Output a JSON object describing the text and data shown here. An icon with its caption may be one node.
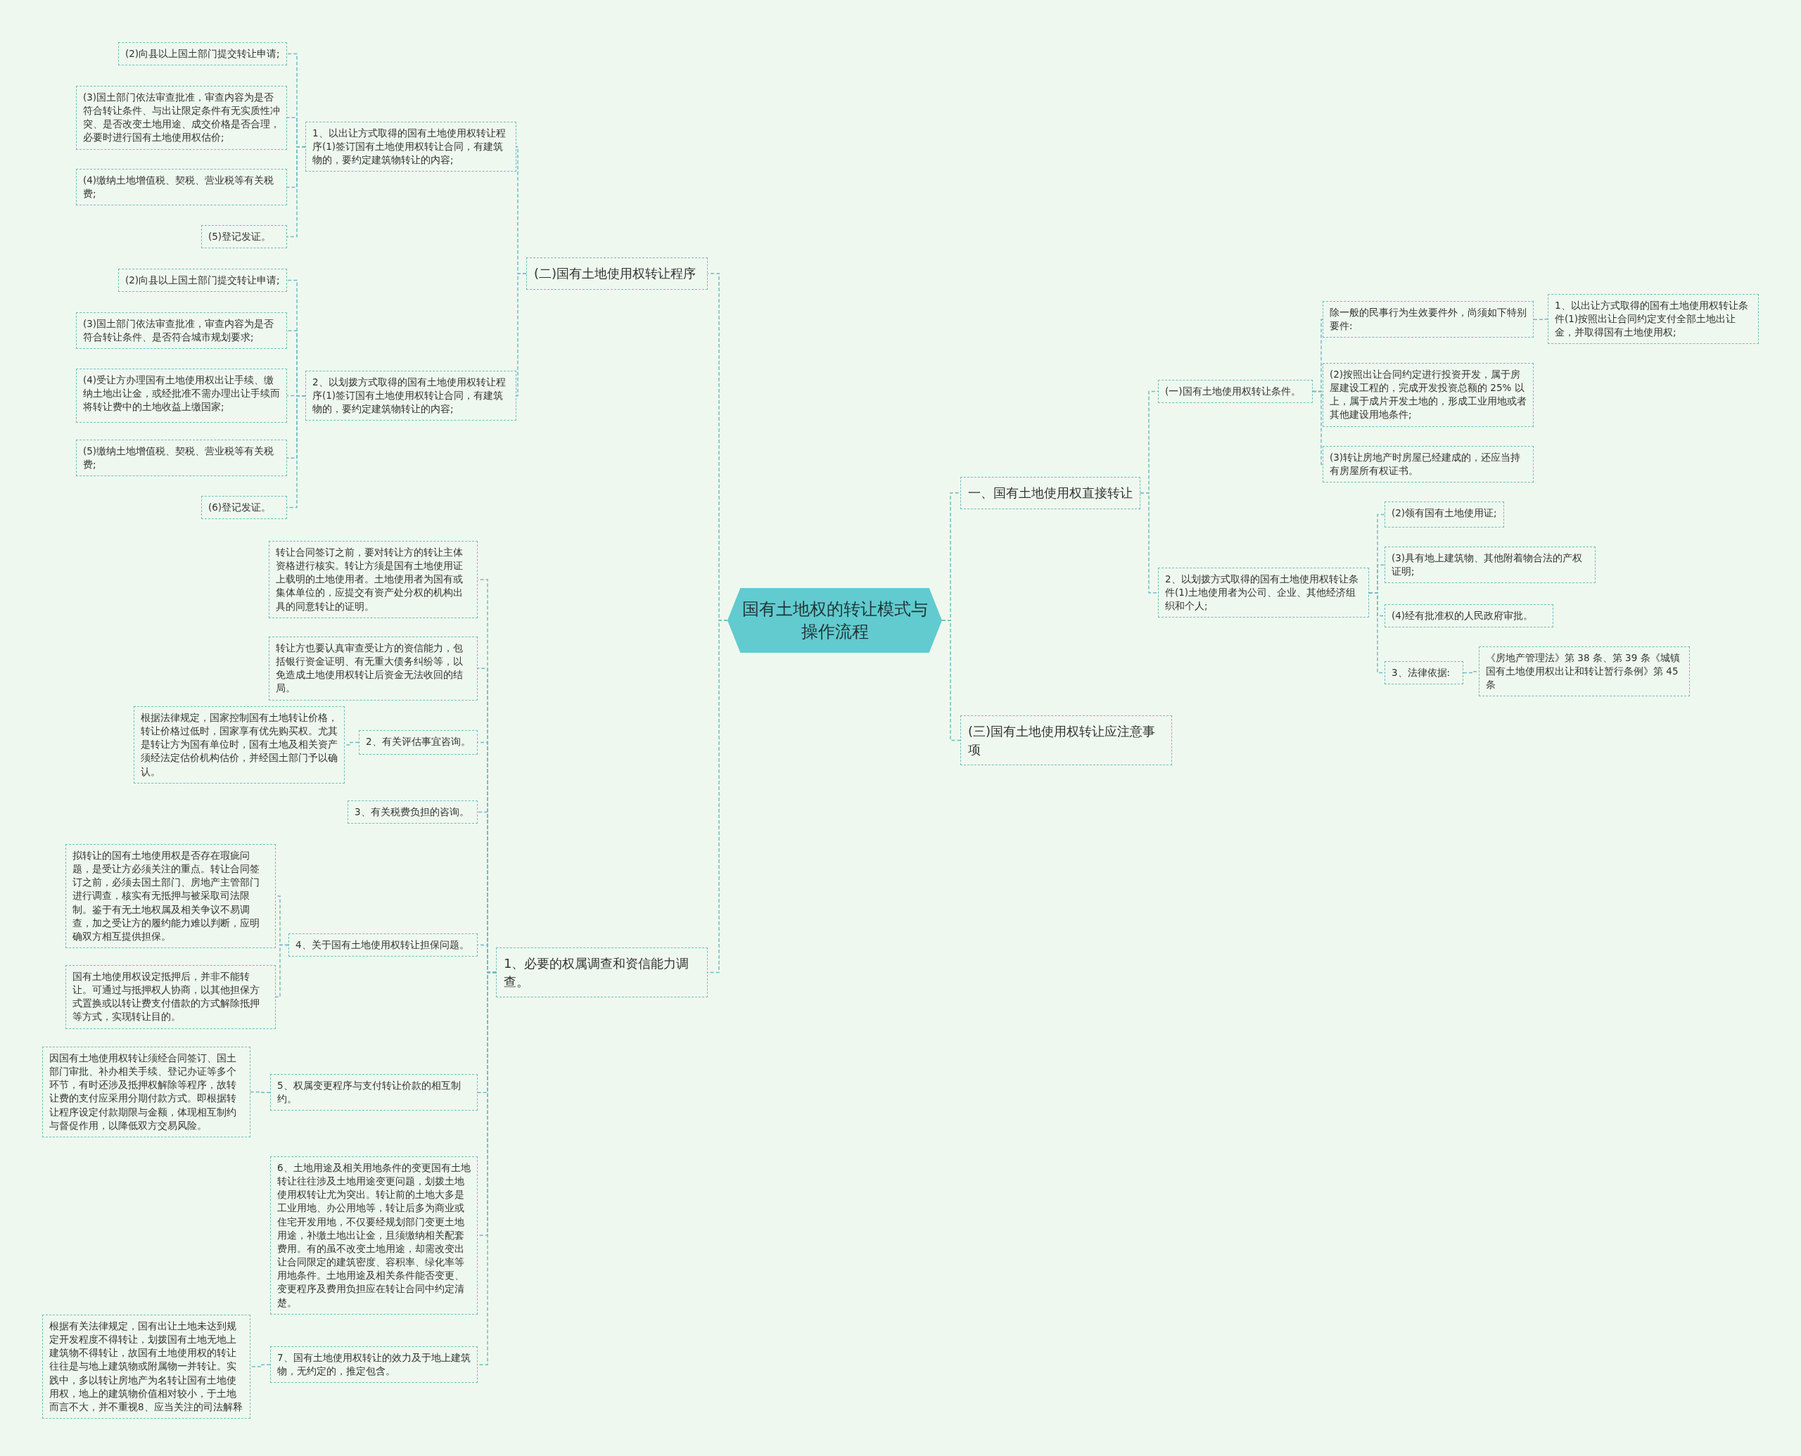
{
  "diagram": {
    "nodes": [
      {
        "text": [
          "国有土地权的转让模式与操作流程"
        ]
      },
      {
        "text": [
          "一、国有土地使用权直接转让"
        ]
      },
      {
        "text": [
          "(一)国有土地使用权转让条件。"
        ]
      },
      {
        "text": [
          "除一般的民事行为生效要件外，尚须如下特别要件:"
        ]
      },
      {
        "text": [
          "1、以出让方式取得的国有土地使用权转让条件(1)按照出让合同约定支付全部土地出让金，并取得国有土地使用权;"
        ]
      },
      {
        "text": [
          "(2)按照出让合同约定进行投资开发，属于房屋建设工程的，完成开发投资总额的 25% 以上，属于成片开发土地的，形成工业用地或者其他建设用地条件;"
        ]
      },
      {
        "text": [
          "(3)转让房地产时房屋已经建成的，还应当持有房屋所有权证书。"
        ]
      },
      {
        "text": [
          "2、以划拨方式取得的国有土地使用权转让条件(1)土地使用者为公司、企业、其他经济组织和个人;"
        ]
      },
      {
        "text": [
          "(2)领有国有土地使用证;"
        ]
      },
      {
        "text": [
          "(3)具有地上建筑物、其他附着物合法的产权证明;"
        ]
      },
      {
        "text": [
          "(4)经有批准权的人民政府审批。"
        ]
      },
      {
        "text": [
          "3、法律依据:"
        ]
      },
      {
        "text": [
          "《房地产管理法》第 38 条、第 39 条《城镇国有土地使用权出让和转让暂行条例》第 45 条"
        ]
      },
      {
        "text": [
          "(三)国有土地使用权转让应注意事项"
        ]
      },
      {
        "text": [
          "(二)国有土地使用权转让程序"
        ]
      },
      {
        "text": [
          "1、以出让方式取得的国有土地使用权转让程序(1)签订国有土地使用权转让合同，有建筑物的，要约定建筑物转让的内容;"
        ]
      },
      {
        "text": [
          "(2)向县以上国土部门提交转让申请;"
        ]
      },
      {
        "text": [
          "(3)国土部门依法审查批准，审查内容为是否符合转让条件、与出让限定条件有无实质性冲突、是否改变土地用途、成交价格是否合理，必要时进行国有土地使用权估价;"
        ]
      },
      {
        "text": [
          "(4)缴纳土地增值税、契税、营业税等有关税费;"
        ]
      },
      {
        "text": [
          "(5)登记发证。"
        ]
      },
      {
        "text": [
          "2、以划拨方式取得的国有土地使用权转让程序(1)签订国有土地使用权转让合同，有建筑物的，要约定建筑物转让的内容;"
        ]
      },
      {
        "text": [
          "(2)向县以上国土部门提交转让申请;"
        ]
      },
      {
        "text": [
          "(3)国土部门依法审查批准，审查内容为是否符合转让条件、是否符合城市规划要求;"
        ]
      },
      {
        "text": [
          "(4)受让方办理国有土地使用权出让手续、缴纳土地出让金，或经批准不需办理出让手续而将转让费中的土地收益上缴国家;"
        ]
      },
      {
        "text": [
          "(5)缴纳土地增值税、契税、营业税等有关税费;"
        ]
      },
      {
        "text": [
          "(6)登记发证。"
        ]
      },
      {
        "text": [
          "1、必要的权属调查和资信能力调查。"
        ]
      },
      {
        "text": [
          "转让合同签订之前，要对转让方的转让主体资格进行核实。转让方须是国有土地使用证上载明的土地使用者。土地使用者为国有或集体单位的，应提交有资产处分权的机构出具的同意转让的证明。"
        ]
      },
      {
        "text": [
          "转让方也要认真审查受让方的资信能力，包括银行资金证明、有无重大债务纠纷等，以免造成土地使用权转让后资金无法收回的结局。"
        ]
      },
      {
        "text": [
          "2、有关评估事宜咨询。"
        ]
      },
      {
        "text": [
          "根据法律规定，国家控制国有土地转让价格，转让价格过低时，国家享有优先购买权。尤其是转让方为国有单位时，国有土地及相关资产须经法定估价机构估价，并经国土部门予以确认。"
        ]
      },
      {
        "text": [
          "3、有关税费负担的咨询。"
        ]
      },
      {
        "text": [
          "4、关于国有土地使用权转让担保问题。"
        ]
      },
      {
        "text": [
          "拟转让的国有土地使用权是否存在瑕疵问题，是受让方必须关注的重点。转让合同签订之前，必须去国土部门、房地产主管部门进行调查，核实有无抵押与被采取司法限制。鉴于有无土地权属及相关争议不易调查，加之受让方的履约能力难以判断，应明确双方相互提供担保。"
        ]
      },
      {
        "text": [
          "国有土地使用权设定抵押后，并非不能转让。可通过与抵押权人协商，以其他担保方式置换或以转让费支付借款的方式解除抵押等方式，实现转让目的。"
        ]
      },
      {
        "text": [
          "5、权属变更程序与支付转让价款的相互制约。"
        ]
      },
      {
        "text": [
          "因国有土地使用权转让须经合同签订、国土部门审批、补办相关手续、登记办证等多个环节，有时还涉及抵押权解除等程序，故转让费的支付应采用分期付款方式。即根据转让程序设定付款期限与金额，体现相互制约与督促作用，以降低双方交易风险。"
        ]
      },
      {
        "text": [
          "6、土地用途及相关用地条件的变更国有土地转让往往涉及土地用途变更问题，划拨土地使用权转让尤为突出。转让前的土地大多是工业用地、办公用地等，转让后多为商业或住宅开发用地，不仅要经规划部门变更土地用途，补缴土地出让金，且须缴纳相关配套费用。有的虽不改变土地用途，却需改变出让合同限定的建筑密度、容积率、绿化率等用地条件。土地用途及相关条件能否变更、变更程序及费用负担应在转让合同中约定清楚。"
        ]
      },
      {
        "text": [
          "7、国有土地使用权转让的效力及于地上建筑物，无约定的，推定包含。"
        ]
      },
      {
        "text": [
          "根据有关法律规定，国有出让土地未达到规定开发程度不得转让，划拨国有土地无地上建筑物不得转让，故国有土地使用权的转让往往是与地上建筑物或附属物一并转让。实践中，多以转让房地产为名转让国有土地使用权，地上的建筑物价值相对较小，于土地而言不大，并不重视8、应当关注的司法解释"
        ]
      }
    ],
    "edges": [
      {
        "from": 0,
        "to": 1,
        "arrow": "none"
      },
      {
        "from": 0,
        "to": 13,
        "arrow": "none"
      },
      {
        "from": 0,
        "to": 14,
        "arrow": "none"
      },
      {
        "from": 0,
        "to": 26,
        "arrow": "none"
      },
      {
        "from": 1,
        "to": 2,
        "arrow": "none"
      },
      {
        "from": 1,
        "to": 7,
        "arrow": "none"
      },
      {
        "from": 2,
        "to": 3,
        "arrow": "none"
      },
      {
        "from": 2,
        "to": 5,
        "arrow": "none"
      },
      {
        "from": 2,
        "to": 6,
        "arrow": "none"
      },
      {
        "from": 3,
        "to": 4,
        "arrow": "none"
      },
      {
        "from": 7,
        "to": 8,
        "arrow": "none"
      },
      {
        "from": 7,
        "to": 9,
        "arrow": "none"
      },
      {
        "from": 7,
        "to": 10,
        "arrow": "none"
      },
      {
        "from": 7,
        "to": 11,
        "arrow": "none"
      },
      {
        "from": 11,
        "to": 12,
        "arrow": "none"
      },
      {
        "from": 14,
        "to": 15,
        "arrow": "none"
      },
      {
        "from": 14,
        "to": 20,
        "arrow": "none"
      },
      {
        "from": 15,
        "to": 16,
        "arrow": "none"
      },
      {
        "from": 15,
        "to": 17,
        "arrow": "none"
      },
      {
        "from": 15,
        "to": 18,
        "arrow": "none"
      },
      {
        "from": 15,
        "to": 19,
        "arrow": "none"
      },
      {
        "from": 20,
        "to": 21,
        "arrow": "none"
      },
      {
        "from": 20,
        "to": 22,
        "arrow": "none"
      },
      {
        "from": 20,
        "to": 23,
        "arrow": "none"
      },
      {
        "from": 20,
        "to": 24,
        "arrow": "none"
      },
      {
        "from": 20,
        "to": 25,
        "arrow": "none"
      },
      {
        "from": 26,
        "to": 27,
        "arrow": "none"
      },
      {
        "from": 26,
        "to": 28,
        "arrow": "none"
      },
      {
        "from": 26,
        "to": 29,
        "arrow": "none"
      },
      {
        "from": 26,
        "to": 31,
        "arrow": "none"
      },
      {
        "from": 26,
        "to": 32,
        "arrow": "none"
      },
      {
        "from": 26,
        "to": 35,
        "arrow": "none"
      },
      {
        "from": 26,
        "to": 37,
        "arrow": "none"
      },
      {
        "from": 26,
        "to": 38,
        "arrow": "none"
      },
      {
        "from": 29,
        "to": 30,
        "arrow": "none"
      },
      {
        "from": 32,
        "to": 33,
        "arrow": "none"
      },
      {
        "from": 32,
        "to": 34,
        "arrow": "none"
      },
      {
        "from": 35,
        "to": 36,
        "arrow": "none"
      },
      {
        "from": 38,
        "to": 39,
        "arrow": "none"
      }
    ]
  }
}
